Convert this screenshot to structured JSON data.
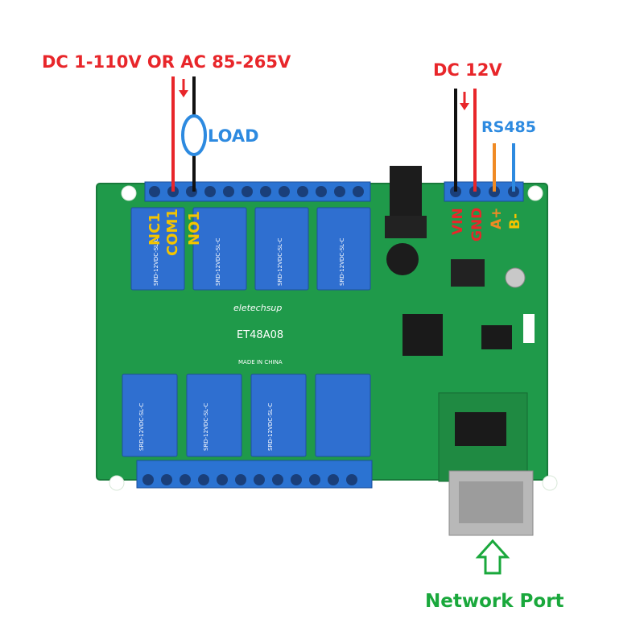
{
  "labels": {
    "power_source": "DC 1-110V OR AC 85-265V",
    "load": "LOAD",
    "dc_supply": "DC 12V",
    "rs485": "RS485",
    "network_port": "Network Port"
  },
  "top_terminal_labels": {
    "nc1": "NC1",
    "com1": "COM1",
    "no1": "NO1",
    "vin": "VIN",
    "gnd": "GND",
    "a_plus": "A+",
    "b_minus": "B-"
  },
  "board": {
    "brand": "eletechsup",
    "model": "ET48A08",
    "made_in": "MADE IN CHINA",
    "relay_marking": "SRD-12VDC-SL-C"
  },
  "colors": {
    "wire_red": "#e8262a",
    "wire_black": "#111111",
    "wire_orange": "#f08a24",
    "wire_blue": "#2d8ae0",
    "text_red": "#e8262a",
    "text_blue": "#2d8ae0",
    "text_green": "#1aa83c",
    "terminal_label": "#f4c400",
    "pcb": "#1f9a4a",
    "relay": "#2f6fd0",
    "terminal_block": "#2b73d2"
  }
}
